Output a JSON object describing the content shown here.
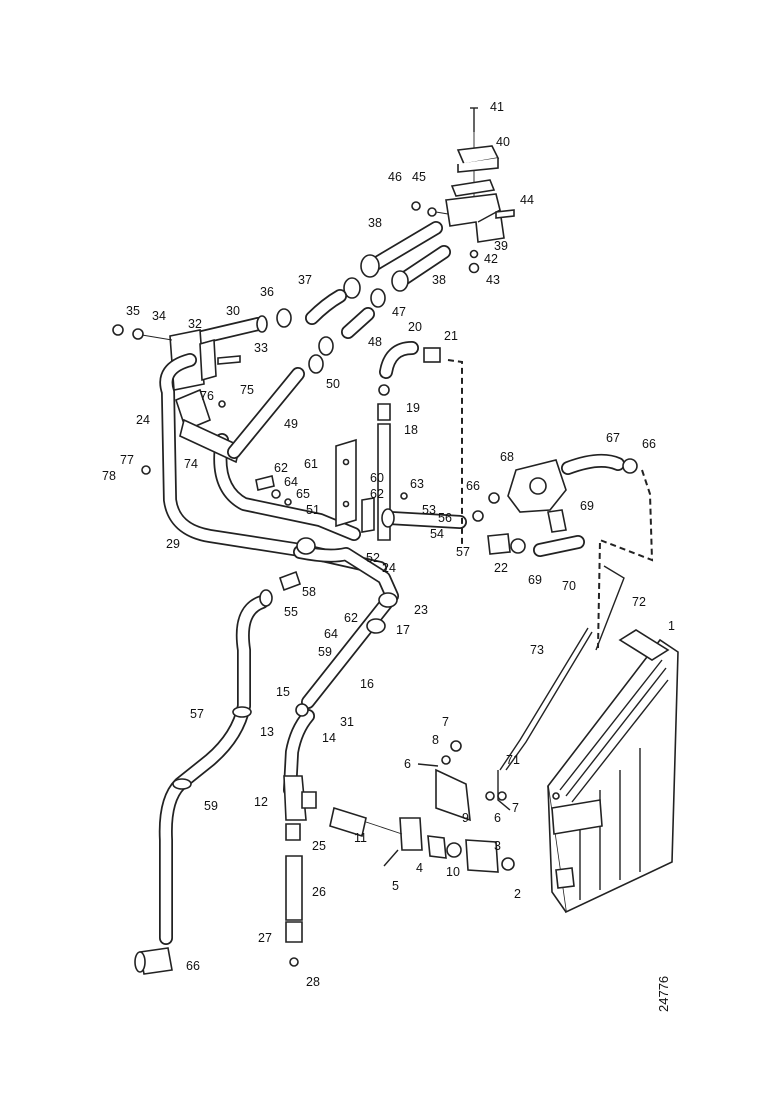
{
  "reference_code": "24776",
  "callouts": [
    {
      "id": "c41",
      "text": "41"
    },
    {
      "id": "c40a",
      "text": "40"
    },
    {
      "id": "c46",
      "text": "46"
    },
    {
      "id": "c45",
      "text": "45"
    },
    {
      "id": "c44",
      "text": "44"
    },
    {
      "id": "c38a",
      "text": "38"
    },
    {
      "id": "c39",
      "text": "39"
    },
    {
      "id": "c42",
      "text": "42"
    },
    {
      "id": "c43",
      "text": "43"
    },
    {
      "id": "c38b",
      "text": "38"
    },
    {
      "id": "c37",
      "text": "37"
    },
    {
      "id": "c36a",
      "text": "36"
    },
    {
      "id": "c47",
      "text": "47"
    },
    {
      "id": "c35",
      "text": "35"
    },
    {
      "id": "c34",
      "text": "34"
    },
    {
      "id": "c30",
      "text": "30"
    },
    {
      "id": "c32",
      "text": "32"
    },
    {
      "id": "c33",
      "text": "33"
    },
    {
      "id": "c20",
      "text": "20"
    },
    {
      "id": "c21",
      "text": "21"
    },
    {
      "id": "c48",
      "text": "48"
    },
    {
      "id": "c50",
      "text": "50"
    },
    {
      "id": "c75",
      "text": "75"
    },
    {
      "id": "c76",
      "text": "76"
    },
    {
      "id": "c24a",
      "text": "24"
    },
    {
      "id": "c49",
      "text": "49"
    },
    {
      "id": "c19",
      "text": "19"
    },
    {
      "id": "c18",
      "text": "18"
    },
    {
      "id": "c67a",
      "text": "67"
    },
    {
      "id": "c66a",
      "text": "66"
    },
    {
      "id": "c68",
      "text": "68"
    },
    {
      "id": "c77",
      "text": "77"
    },
    {
      "id": "c74",
      "text": "74"
    },
    {
      "id": "c78",
      "text": "78"
    },
    {
      "id": "c61",
      "text": "61"
    },
    {
      "id": "c60",
      "text": "60"
    },
    {
      "id": "c62a",
      "text": "62"
    },
    {
      "id": "c64a",
      "text": "64"
    },
    {
      "id": "c65",
      "text": "65"
    },
    {
      "id": "c63",
      "text": "63"
    },
    {
      "id": "c62b",
      "text": "62"
    },
    {
      "id": "c66b",
      "text": "66"
    },
    {
      "id": "c69a",
      "text": "69"
    },
    {
      "id": "c51",
      "text": "51"
    },
    {
      "id": "c53",
      "text": "53"
    },
    {
      "id": "c56",
      "text": "56"
    },
    {
      "id": "c54",
      "text": "54"
    },
    {
      "id": "c57a",
      "text": "57"
    },
    {
      "id": "c29",
      "text": "29"
    },
    {
      "id": "c52",
      "text": "52"
    },
    {
      "id": "c24b",
      "text": "24"
    },
    {
      "id": "c22",
      "text": "22"
    },
    {
      "id": "c69b",
      "text": "69"
    },
    {
      "id": "c70",
      "text": "70"
    },
    {
      "id": "c58",
      "text": "58"
    },
    {
      "id": "c72",
      "text": "72"
    },
    {
      "id": "c55",
      "text": "55"
    },
    {
      "id": "c62c",
      "text": "62"
    },
    {
      "id": "c23",
      "text": "23"
    },
    {
      "id": "c17",
      "text": "17"
    },
    {
      "id": "c1",
      "text": "1"
    },
    {
      "id": "c73",
      "text": "73"
    },
    {
      "id": "c64b",
      "text": "64"
    },
    {
      "id": "c59a",
      "text": "59"
    },
    {
      "id": "c16",
      "text": "16"
    },
    {
      "id": "c15",
      "text": "15"
    },
    {
      "id": "c31",
      "text": "31"
    },
    {
      "id": "c57b",
      "text": "57"
    },
    {
      "id": "c13",
      "text": "13"
    },
    {
      "id": "c14",
      "text": "14"
    },
    {
      "id": "c7a",
      "text": "7"
    },
    {
      "id": "c8",
      "text": "8"
    },
    {
      "id": "c71",
      "text": "71"
    },
    {
      "id": "c6a",
      "text": "6"
    },
    {
      "id": "c12",
      "text": "12"
    },
    {
      "id": "c59b",
      "text": "59"
    },
    {
      "id": "c9",
      "text": "9"
    },
    {
      "id": "c6b",
      "text": "6"
    },
    {
      "id": "c7b",
      "text": "7"
    },
    {
      "id": "c11",
      "text": "11"
    },
    {
      "id": "c25",
      "text": "25"
    },
    {
      "id": "c3",
      "text": "3"
    },
    {
      "id": "c4",
      "text": "4"
    },
    {
      "id": "c10",
      "text": "10"
    },
    {
      "id": "c26",
      "text": "26"
    },
    {
      "id": "c5",
      "text": "5"
    },
    {
      "id": "c2",
      "text": "2"
    },
    {
      "id": "c27",
      "text": "27"
    },
    {
      "id": "c66c",
      "text": "66"
    },
    {
      "id": "c28",
      "text": "28"
    }
  ]
}
